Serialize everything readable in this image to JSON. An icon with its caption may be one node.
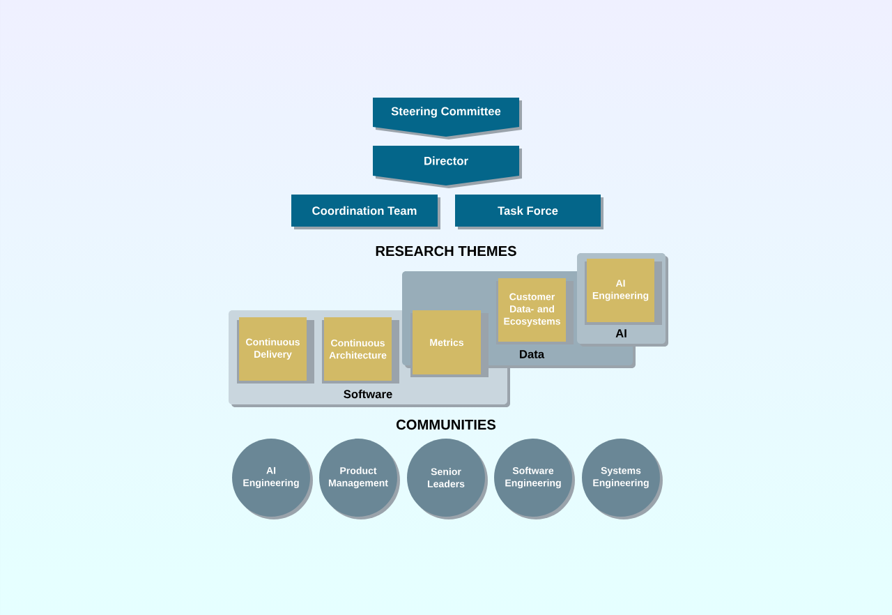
{
  "diagram": {
    "nodes": [
      {
        "text": [
          "Steering Committee"
        ]
      },
      {
        "text": [
          "Director"
        ]
      },
      {
        "text": [
          "Coordination Team"
        ]
      },
      {
        "text": [
          "Task Force"
        ]
      },
      {
        "text": [
          "Software"
        ]
      },
      {
        "text": [
          "Data"
        ]
      },
      {
        "text": [
          "AI"
        ]
      },
      {
        "text": [
          "Continuous Delivery"
        ],
        "in": 4
      },
      {
        "text": [
          "Continuous Architecture"
        ],
        "in": 4
      },
      {
        "text": [
          "Metrics"
        ],
        "in": 4
      },
      {
        "text": [
          "Customer Data- and Ecosystems"
        ],
        "in": 5
      },
      {
        "text": [
          "AI Engineering"
        ],
        "in": 6
      },
      {
        "text": [
          "AI Engineering"
        ]
      },
      {
        "text": [
          "Product Management"
        ]
      },
      {
        "text": [
          "Senior Leaders"
        ]
      },
      {
        "text": [
          "Software Engineering"
        ]
      },
      {
        "text": [
          "Systems Engineering"
        ]
      }
    ],
    "labels": [
      "RESEARCH THEMES",
      "COMMUNITIES"
    ]
  }
}
